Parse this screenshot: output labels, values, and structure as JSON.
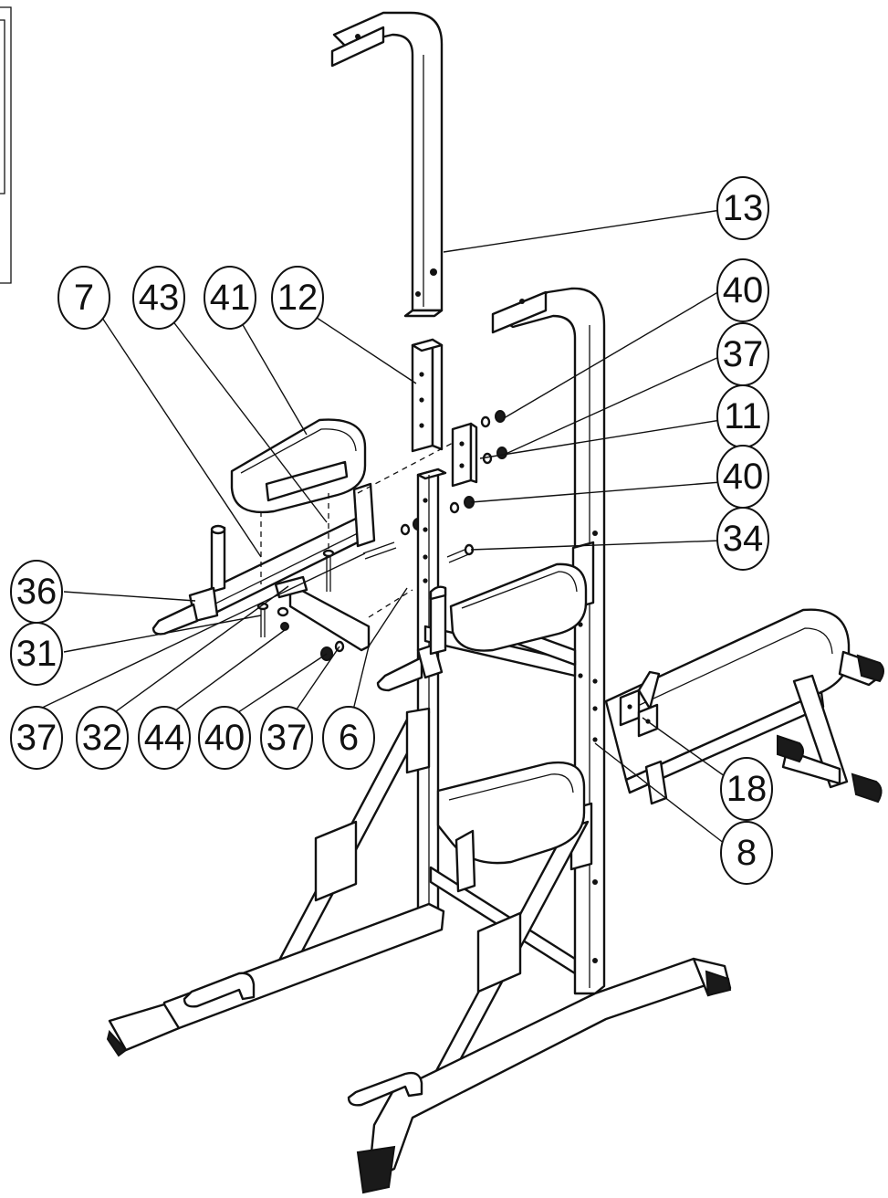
{
  "callouts": [
    {
      "id": "c13",
      "label": "13"
    },
    {
      "id": "c7",
      "label": "7"
    },
    {
      "id": "c43",
      "label": "43"
    },
    {
      "id": "c41",
      "label": "41"
    },
    {
      "id": "c12",
      "label": "12"
    },
    {
      "id": "c40a",
      "label": "40"
    },
    {
      "id": "c37a",
      "label": "37"
    },
    {
      "id": "c11",
      "label": "11"
    },
    {
      "id": "c40b",
      "label": "40"
    },
    {
      "id": "c34",
      "label": "34"
    },
    {
      "id": "c36",
      "label": "36"
    },
    {
      "id": "c31",
      "label": "31"
    },
    {
      "id": "c37b",
      "label": "37"
    },
    {
      "id": "c32",
      "label": "32"
    },
    {
      "id": "c44",
      "label": "44"
    },
    {
      "id": "c40c",
      "label": "40"
    },
    {
      "id": "c37c",
      "label": "37"
    },
    {
      "id": "c6",
      "label": "6"
    },
    {
      "id": "c18",
      "label": "18"
    },
    {
      "id": "c8",
      "label": "8"
    }
  ]
}
